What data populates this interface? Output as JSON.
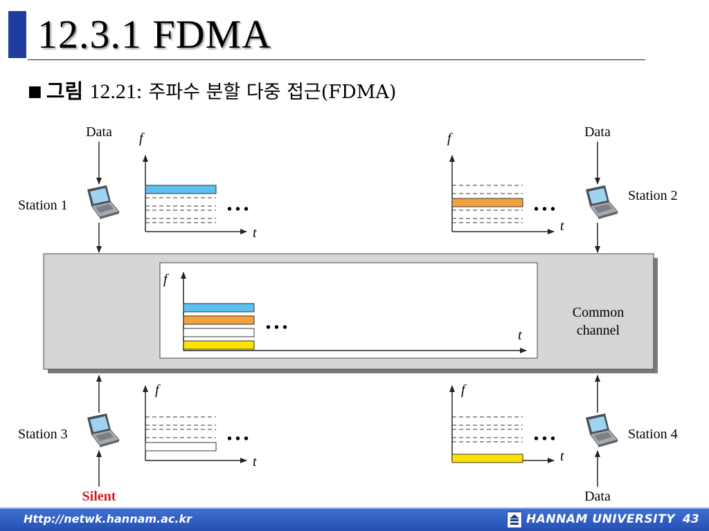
{
  "slide": {
    "title": "12.3.1 FDMA",
    "subtitle_bullet": "■",
    "subtitle_lead": "그림",
    "subtitle_number": "12.21:",
    "subtitle_rest": "주파수 분할 다중 접근(FDMA)"
  },
  "diagram": {
    "data_label": "Data",
    "silent_label": "Silent",
    "freq_axis_label": "f",
    "time_axis_label": "t",
    "ellipsis": "• • •",
    "common_channel_line1": "Common",
    "common_channel_line2": "channel",
    "stations": {
      "s1": {
        "label": "Station 1",
        "band_color": "#5bc0ee"
      },
      "s2": {
        "label": "Station 2",
        "band_color": "#f4a23c"
      },
      "s3": {
        "label": "Station 3",
        "band_color": "#ffffff"
      },
      "s4": {
        "label": "Station 4",
        "band_color": "#ffe200"
      }
    },
    "colors": {
      "channel_box": "#d6d6d6",
      "silent_text": "#cc1f1f"
    }
  },
  "footer": {
    "url": "Http://netwk.hannam.ac.kr",
    "university": "HANNAM UNIVERSITY",
    "page": "43"
  }
}
